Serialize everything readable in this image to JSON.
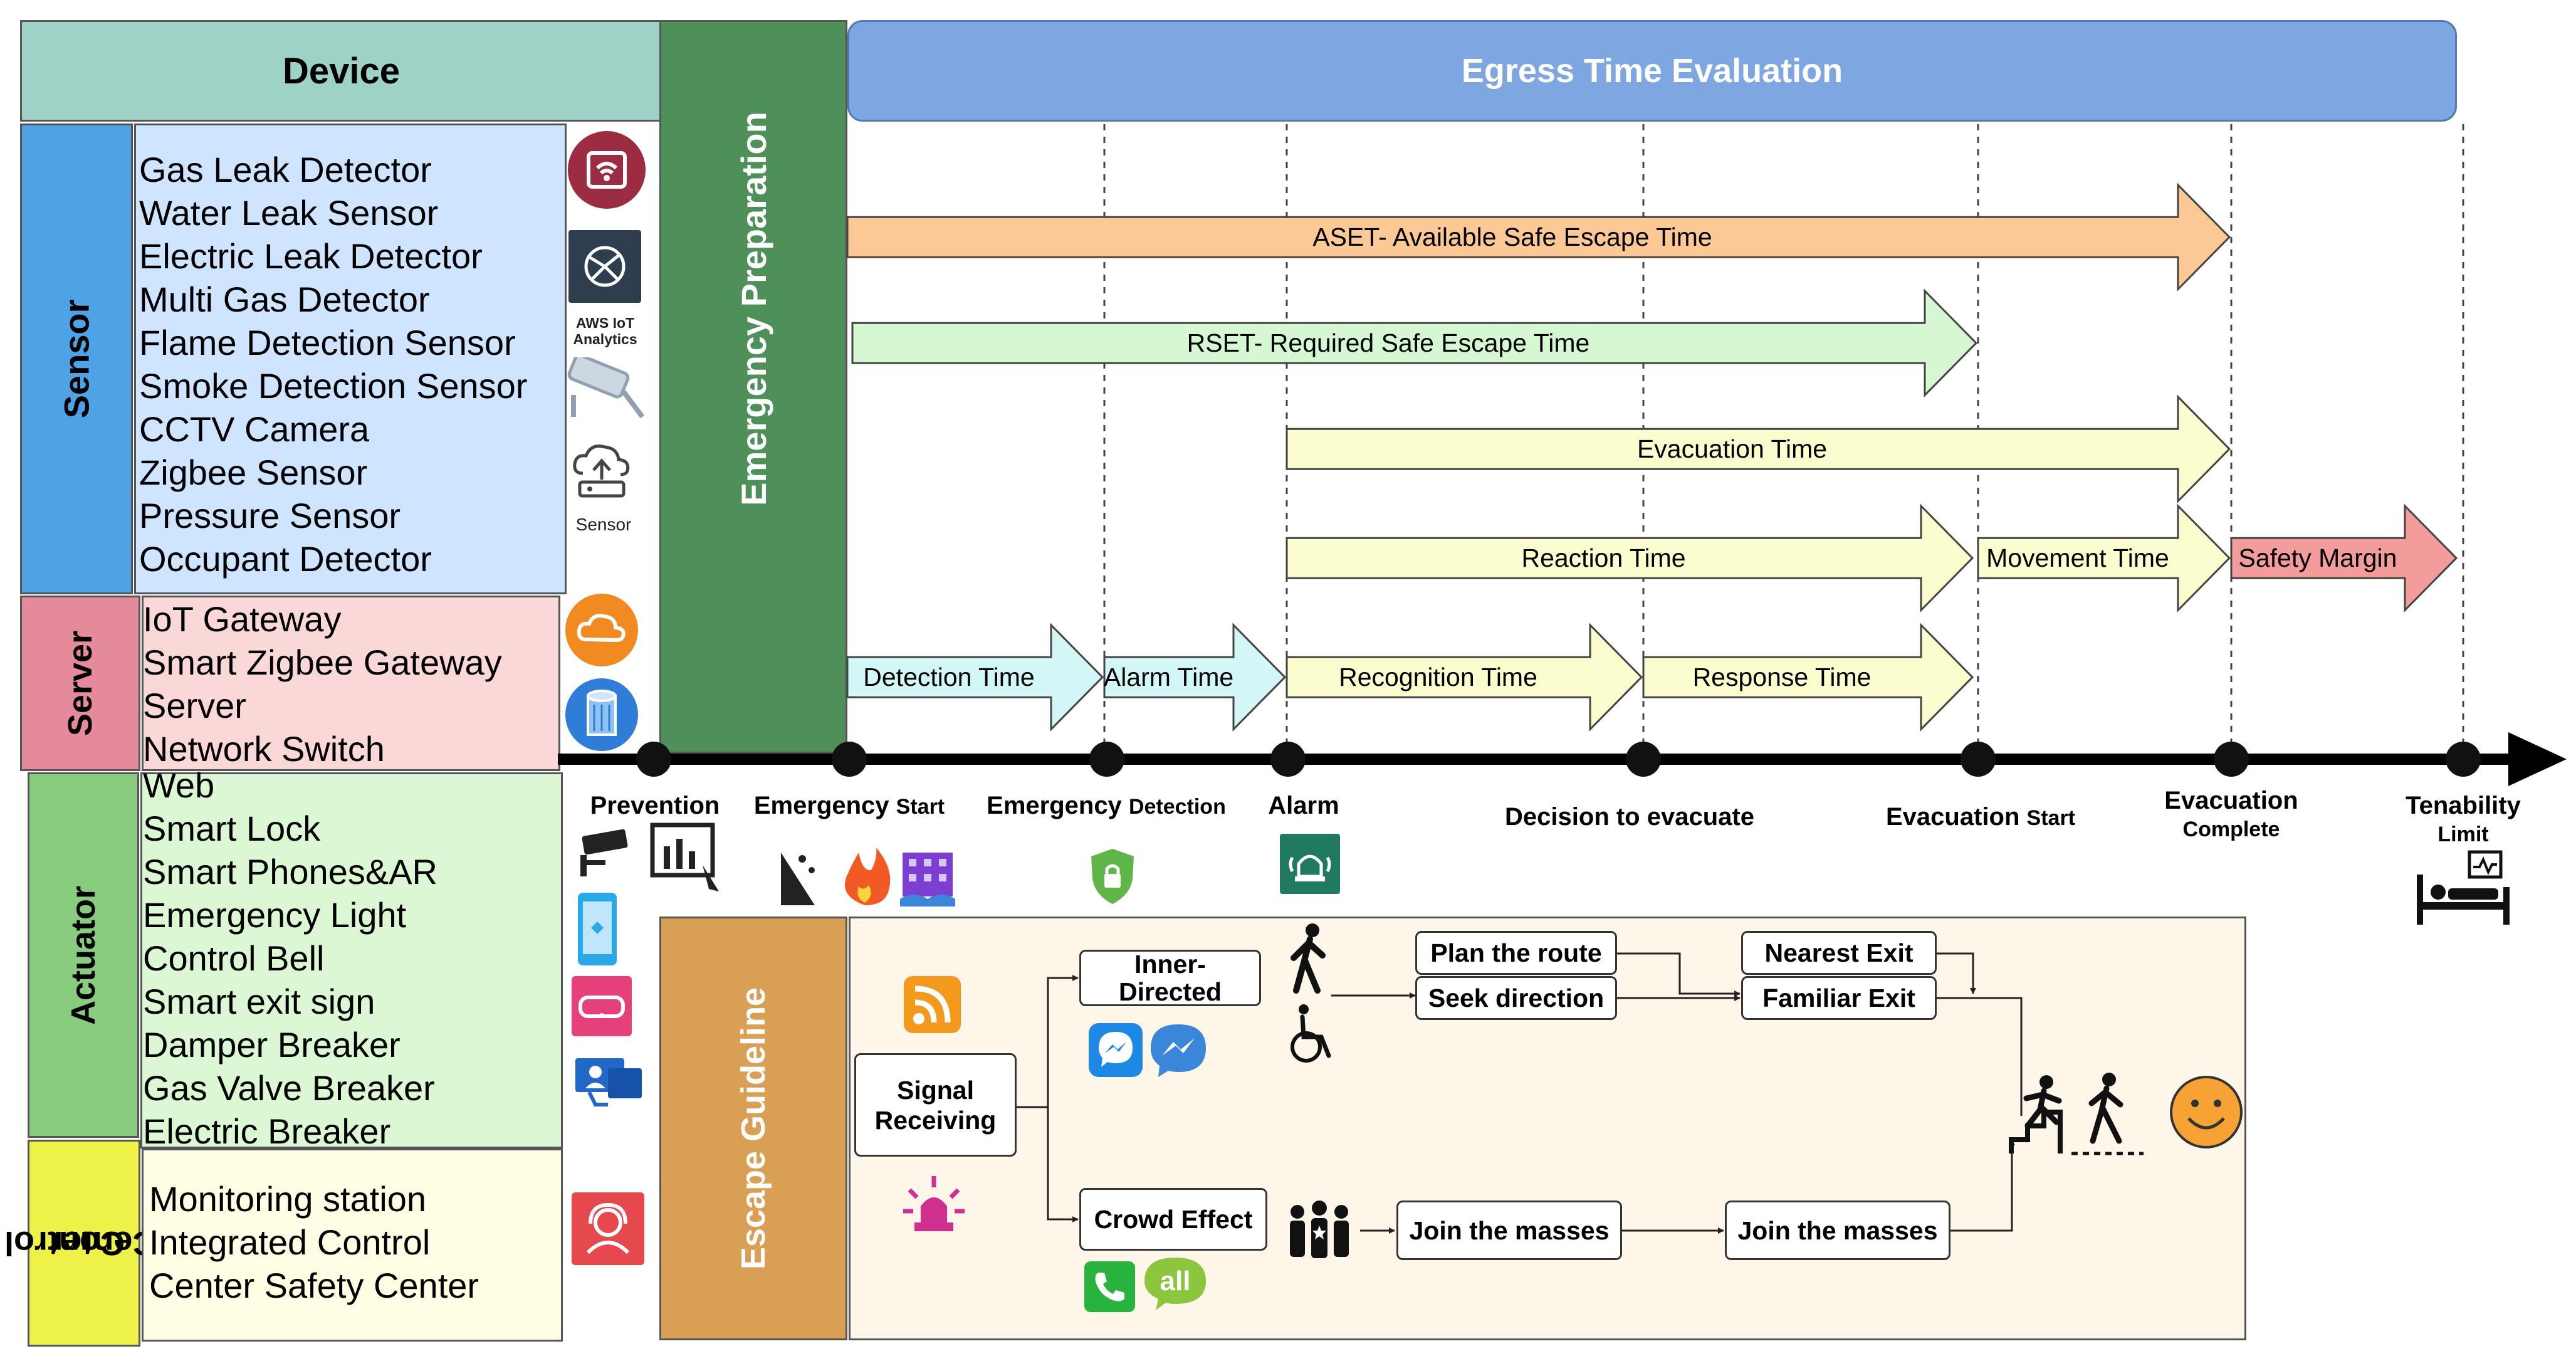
{
  "device": {
    "title": "Device",
    "groups": [
      {
        "label": "Sensor",
        "items": [
          "Gas Leak Detector",
          "Water Leak Sensor",
          "Electric Leak Detector",
          "Multi Gas Detector",
          "Flame Detection Sensor",
          "Smoke Detection Sensor",
          "CCTV Camera",
          "Zigbee  Sensor",
          "Pressure Sensor",
          "Occupant Detector"
        ]
      },
      {
        "label": "Server",
        "items": [
          "IoT Gateway",
          "Smart Zigbee Gateway",
          "Server",
          "Network Switch"
        ]
      },
      {
        "label": "Actuator",
        "items": [
          "Web",
          "Smart Lock",
          "Smart Phones&AR",
          "Emergency Light",
          "Control Bell",
          "Smart exit sign",
          "Damper Breaker",
          "Gas Valve Breaker",
          "Electric Breaker"
        ]
      },
      {
        "label": "Control Center",
        "label_lines": [
          "Control",
          "Center"
        ],
        "items": [
          "Monitoring station",
          "Integrated Control",
          "Center  Safety Center"
        ]
      }
    ],
    "icon_labels": {
      "aws": "AWS IoT Analytics",
      "aws_lines": [
        "AWS IoT",
        "Analytics"
      ],
      "sensor": "Sensor"
    }
  },
  "phases": {
    "preparation": "Emergency Preparation",
    "escape": "Escape Guideline"
  },
  "egress": {
    "title": "Egress Time Evaluation",
    "bars": [
      {
        "label": "ASET- Available Safe Escape Time",
        "color": "#fcc996"
      },
      {
        "label": "RSET- Required Safe Escape Time",
        "color": "#d5f7d1"
      },
      {
        "label": "Evacuation Time",
        "color": "#fbfdcf"
      },
      {
        "label": "Reaction Time",
        "color": "#fbfdcf"
      },
      {
        "label": "Movement Time",
        "color": "#fbfdcf"
      },
      {
        "label": "Safety Margin",
        "color": "#f29c9c"
      },
      {
        "label": "Detection Time",
        "color": "#d3f7f7"
      },
      {
        "label": "Alarm Time",
        "color": "#d3f7f7"
      },
      {
        "label": "Recognition Time",
        "color": "#fbfdcf"
      },
      {
        "label": "Response Time",
        "color": "#fbfdcf"
      }
    ]
  },
  "timeline": {
    "events": [
      {
        "label": "Prevention"
      },
      {
        "main": "Emergency",
        "small": "Start"
      },
      {
        "main": "Emergency",
        "small": "Detection"
      },
      {
        "label": "Alarm"
      },
      {
        "label": "Decision to evacuate"
      },
      {
        "main": "Evacuation",
        "small": "Start"
      },
      {
        "main": "Evacuation",
        "small": "Complete"
      },
      {
        "main": "Tenability",
        "small": "Limit"
      }
    ]
  },
  "guideline": {
    "signal_receiving": "Signal Receiving",
    "signal_lines": [
      "Signal",
      "Receiving"
    ],
    "inner_directed": "Inner-Directed",
    "inner_lines": [
      "Inner-",
      "Directed"
    ],
    "crowd_effect": "Crowd Effect",
    "plan_route": "Plan the route",
    "seek_direction": "Seek direction",
    "nearest_exit": "Nearest Exit",
    "familiar_exit": "Familiar Exit",
    "join_masses_1": "Join the masses",
    "join_masses_2": "Join the masses",
    "all_badge": "all"
  },
  "colors": {
    "device_header": "#9fd2c6",
    "sensor": "#cfe4ff",
    "sensor_label": "#4ea3e6",
    "server": "#fbd8d8",
    "server_label": "#e58a9b",
    "actuator": "#dbf7d3",
    "actuator_label": "#89cc7f",
    "control": "#fffde3",
    "control_label": "#eef147",
    "preparation": "#4e8f5a",
    "egress_header": "#7ea6e0",
    "escape_label": "#d99f55",
    "escape_bg": "#fff6ea"
  }
}
